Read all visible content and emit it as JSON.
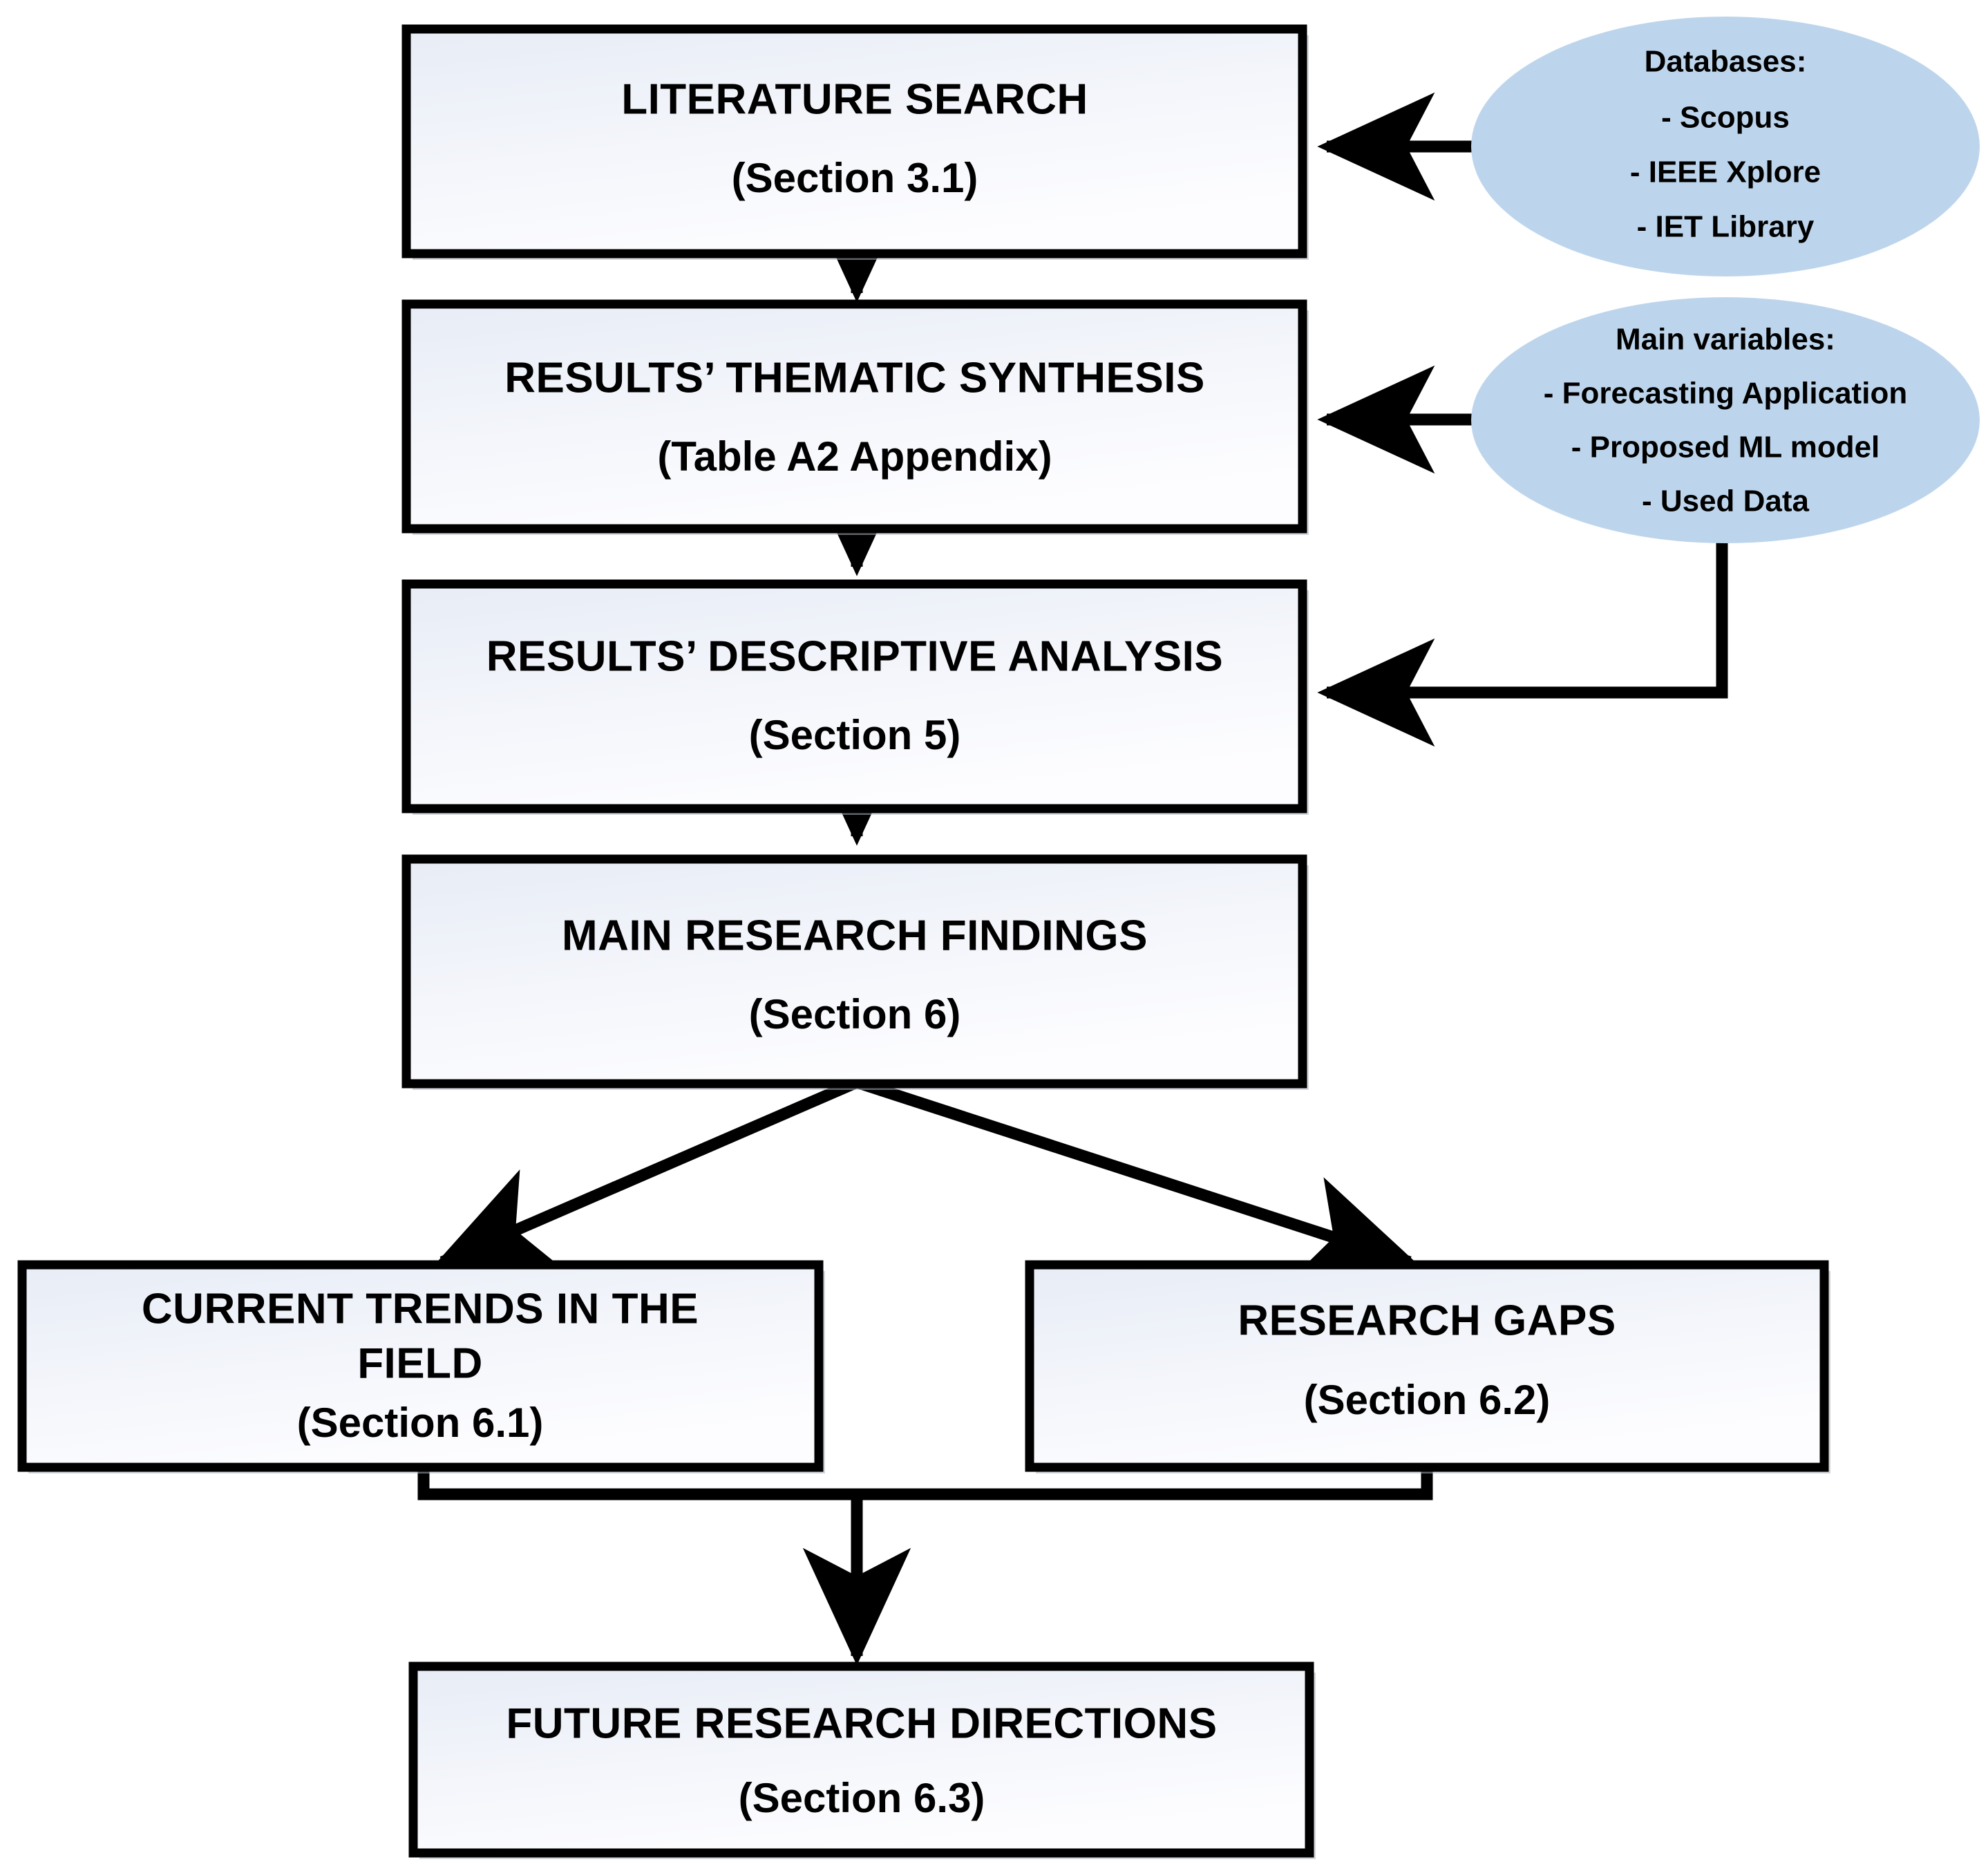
{
  "diagram": {
    "title": "Systematic literature review methodology flowchart",
    "colors": {
      "box_fill_top": "#e8edf6",
      "box_fill_bottom": "#fbfcfe",
      "box_border": "#000000",
      "ellipse_fill": "#bdd5ec",
      "connector": "#000000"
    },
    "boxes": [
      {
        "id": "literature-search",
        "title": "LITERATURE SEARCH",
        "subtitle": "(Section 3.1)"
      },
      {
        "id": "results-thematic-synthesis",
        "title": "RESULTS’ THEMATIC SYNTHESIS",
        "subtitle": "(Table A2 Appendix)"
      },
      {
        "id": "results-descriptive-analysis",
        "title": "RESULTS’ DESCRIPTIVE ANALYSIS",
        "subtitle": "(Section 5)"
      },
      {
        "id": "main-research-findings",
        "title": "MAIN RESEARCH FINDINGS",
        "subtitle": "(Section 6)"
      },
      {
        "id": "current-trends",
        "title_line1": "CURRENT TRENDS IN THE",
        "title_line2": "FIELD",
        "subtitle": "(Section 6.1)"
      },
      {
        "id": "research-gaps",
        "title": "RESEARCH GAPS",
        "subtitle": "(Section 6.2)"
      },
      {
        "id": "future-research-directions",
        "title": "FUTURE RESEARCH DIRECTIONS",
        "subtitle": "(Section 6.3)"
      }
    ],
    "callouts": [
      {
        "id": "databases",
        "heading": "Databases:",
        "items": [
          "- Scopus",
          "- IEEE Xplore",
          "- IET Library"
        ]
      },
      {
        "id": "main-variables",
        "heading": "Main variables:",
        "items": [
          "- Forecasting Application",
          "- Proposed ML model",
          "- Used Data"
        ]
      }
    ]
  }
}
